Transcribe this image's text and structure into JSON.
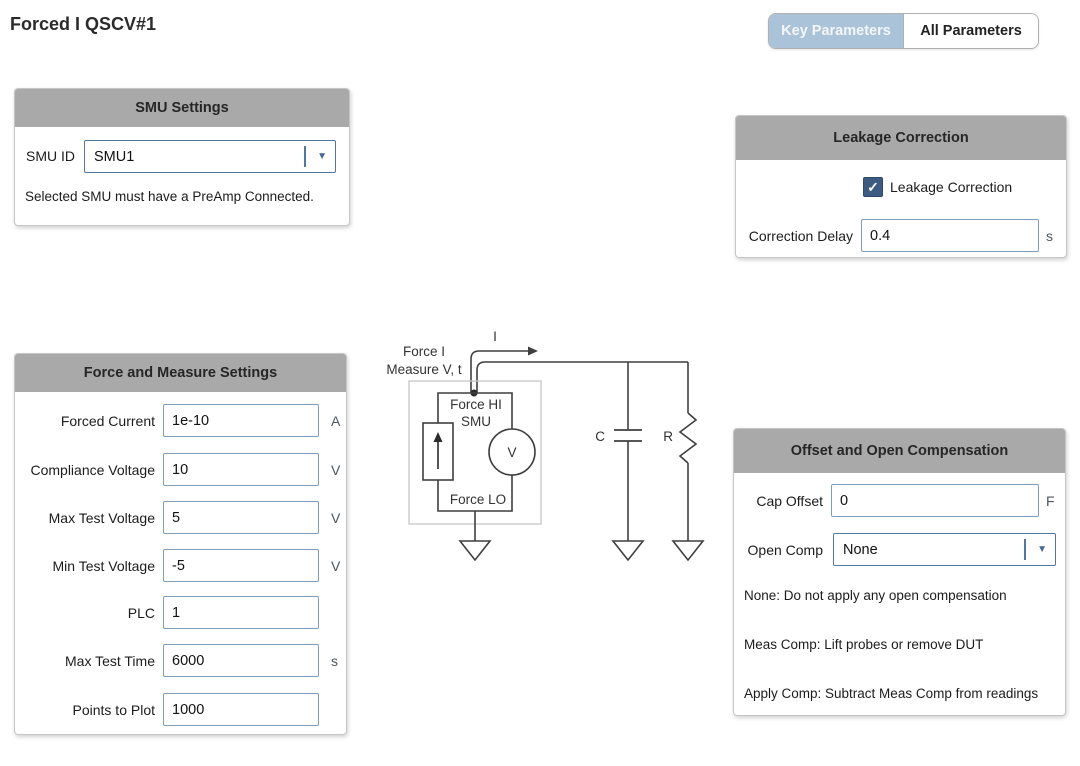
{
  "page": {
    "title": "Forced I QSCV#1"
  },
  "tabs": {
    "key": "Key Parameters",
    "all": "All Parameters"
  },
  "icons": {
    "checkmark": "✓",
    "dropdown_arrow": "▼"
  },
  "colors": {
    "panel_header": "#a9a9a9",
    "input_border": "#7f9db9",
    "dropdown_border": "#54779e",
    "checkbox_checked": "#3d5a80",
    "tab_selected_bg": "#abc3d9"
  },
  "smu_settings": {
    "title": "SMU Settings",
    "smu_id_label": "SMU ID",
    "smu_id_value": "SMU1",
    "note": "Selected SMU must have a PreAmp Connected."
  },
  "leakage_correction": {
    "title": "Leakage Correction",
    "checkbox_label": "Leakage Correction",
    "checkbox_checked": true,
    "delay_label": "Correction Delay",
    "delay_value": "0.4",
    "delay_unit": "s"
  },
  "force_measure": {
    "title": "Force and Measure Settings",
    "fields": [
      {
        "label": "Forced Current",
        "value": "1e-10",
        "unit": "A"
      },
      {
        "label": "Compliance Voltage",
        "value": "10",
        "unit": "V"
      },
      {
        "label": "Max Test Voltage",
        "value": "5",
        "unit": "V"
      },
      {
        "label": "Min Test Voltage",
        "value": "-5",
        "unit": "V"
      },
      {
        "label": "PLC",
        "value": "1",
        "unit": ""
      },
      {
        "label": "Max Test Time",
        "value": "6000",
        "unit": "s"
      },
      {
        "label": "Points to Plot",
        "value": "1000",
        "unit": ""
      }
    ]
  },
  "circuit": {
    "caption_line1": "Force I",
    "caption_line2": "Measure V, t",
    "current_label": "I",
    "force_hi": "Force HI",
    "smu": "SMU",
    "voltmeter": "V",
    "force_lo": "Force LO",
    "capacitor": "C",
    "resistor": "R"
  },
  "offset_open_comp": {
    "title": "Offset and Open Compensation",
    "cap_offset_label": "Cap Offset",
    "cap_offset_value": "0",
    "cap_offset_unit": "F",
    "open_comp_label": "Open Comp",
    "open_comp_value": "None",
    "notes": [
      "None: Do not apply any open compensation",
      "Meas Comp: Lift probes or remove DUT",
      "Apply Comp: Subtract Meas Comp from readings"
    ]
  }
}
